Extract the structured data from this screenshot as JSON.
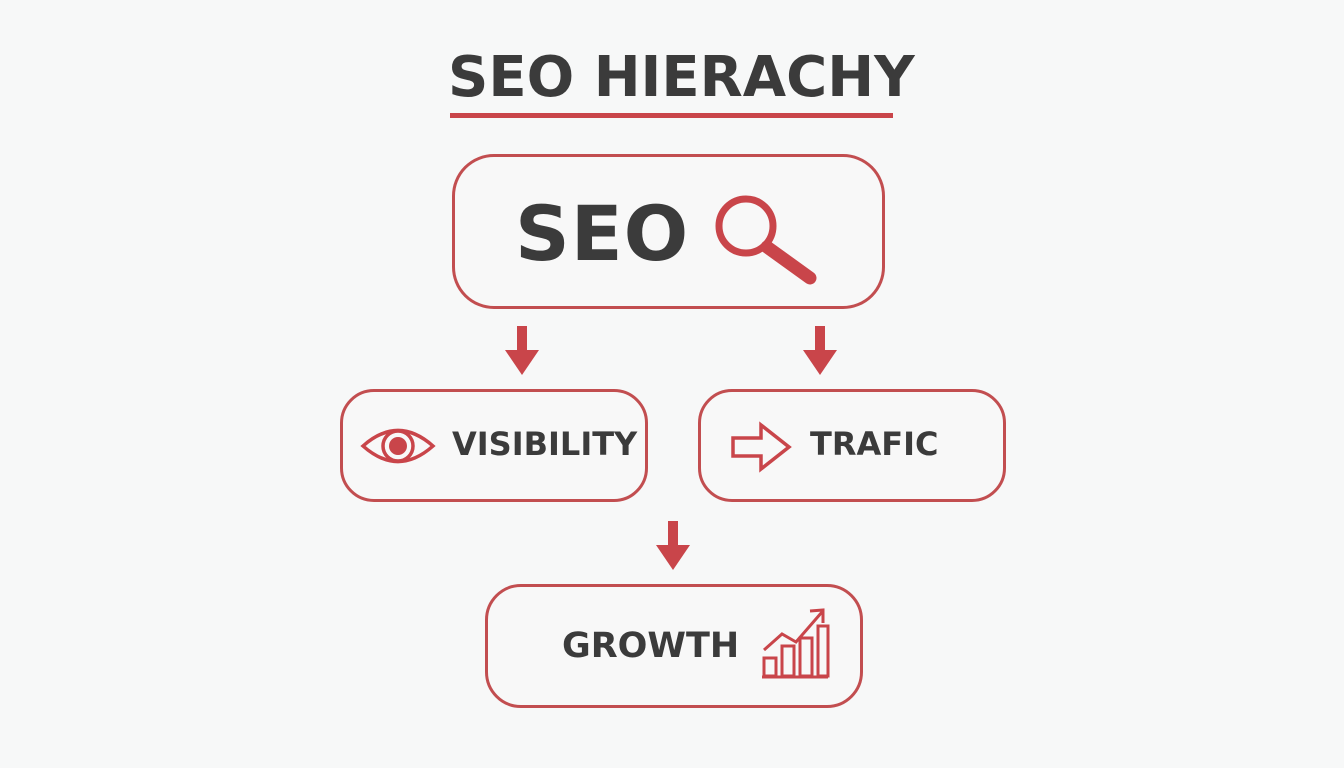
{
  "title": "SEO HIERACHY",
  "colors": {
    "accent": "#c9454a",
    "text": "#3b3b3b",
    "background": "#f7f8f8"
  },
  "nodes": {
    "seo": {
      "label": "SEO",
      "icon": "magnifier-icon"
    },
    "visibility": {
      "label": "VISIBILITY",
      "icon": "eye-icon"
    },
    "trafic": {
      "label": "TRAFIC",
      "icon": "arrow-right-outline-icon"
    },
    "growth": {
      "label": "GROWTH",
      "icon": "growth-chart-icon"
    }
  },
  "edges": [
    {
      "from": "seo",
      "to": "visibility"
    },
    {
      "from": "seo",
      "to": "trafic"
    },
    {
      "from": "visibility-trafic",
      "to": "growth"
    }
  ]
}
